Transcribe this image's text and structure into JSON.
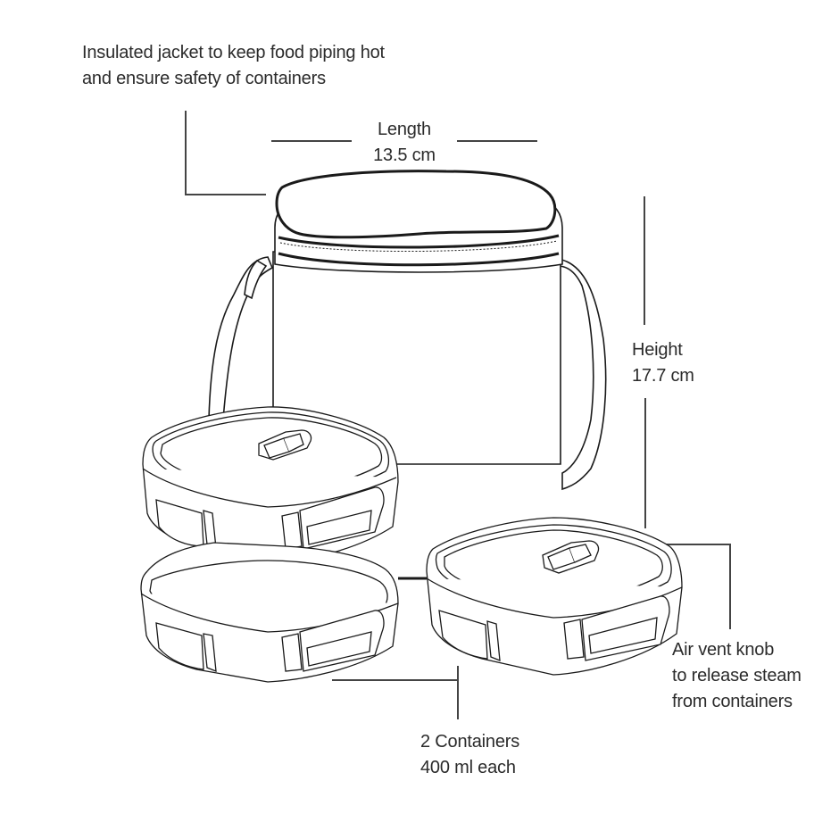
{
  "diagram": {
    "subject": "insulated lunch bag with food containers",
    "annotations": {
      "jacket": {
        "line1": "Insulated jacket to keep food piping hot",
        "line2": "and ensure safety of containers"
      },
      "length": {
        "title": "Length",
        "value": "13.5 cm"
      },
      "height": {
        "title": "Height",
        "value": "17.7 cm"
      },
      "air_vent": {
        "line1": "Air vent knob",
        "line2": "to release steam",
        "line3": "from containers"
      },
      "containers": {
        "line1": "2 Containers",
        "line2": "400 ml each"
      }
    },
    "colors": {
      "background": "#ffffff",
      "line": "#1a1a1a",
      "leader": "#444444",
      "text": "#2b2b2b"
    }
  }
}
